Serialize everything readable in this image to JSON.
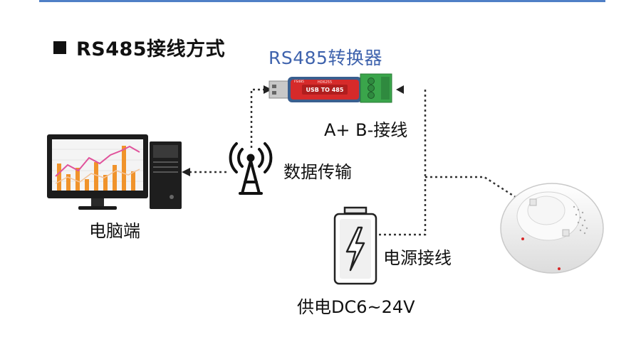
{
  "section": {
    "title": "RS485接线方式"
  },
  "converter": {
    "title": "RS485转换器",
    "band_label": "USB TO 485",
    "model_label": "HD6255",
    "brand_label": "FS485"
  },
  "labels": {
    "wiring": "A+ B-接线",
    "data_transfer": "数据传输",
    "computer": "电脑端",
    "power_wiring": "电源接线",
    "power_supply": "供电DC6~24V"
  },
  "colors": {
    "accent_blue": "#3f63ad",
    "rule_blue": "#4f7fc6",
    "converter_red": "#d62a2a",
    "terminal_green": "#3aa54b",
    "chart_orange": "#f0932b",
    "chart_pink": "#e0529b"
  },
  "icons": [
    "computer-icon",
    "antenna-icon",
    "usb-converter-icon",
    "battery-icon",
    "smoke-detector-icon",
    "arrow-icon"
  ]
}
